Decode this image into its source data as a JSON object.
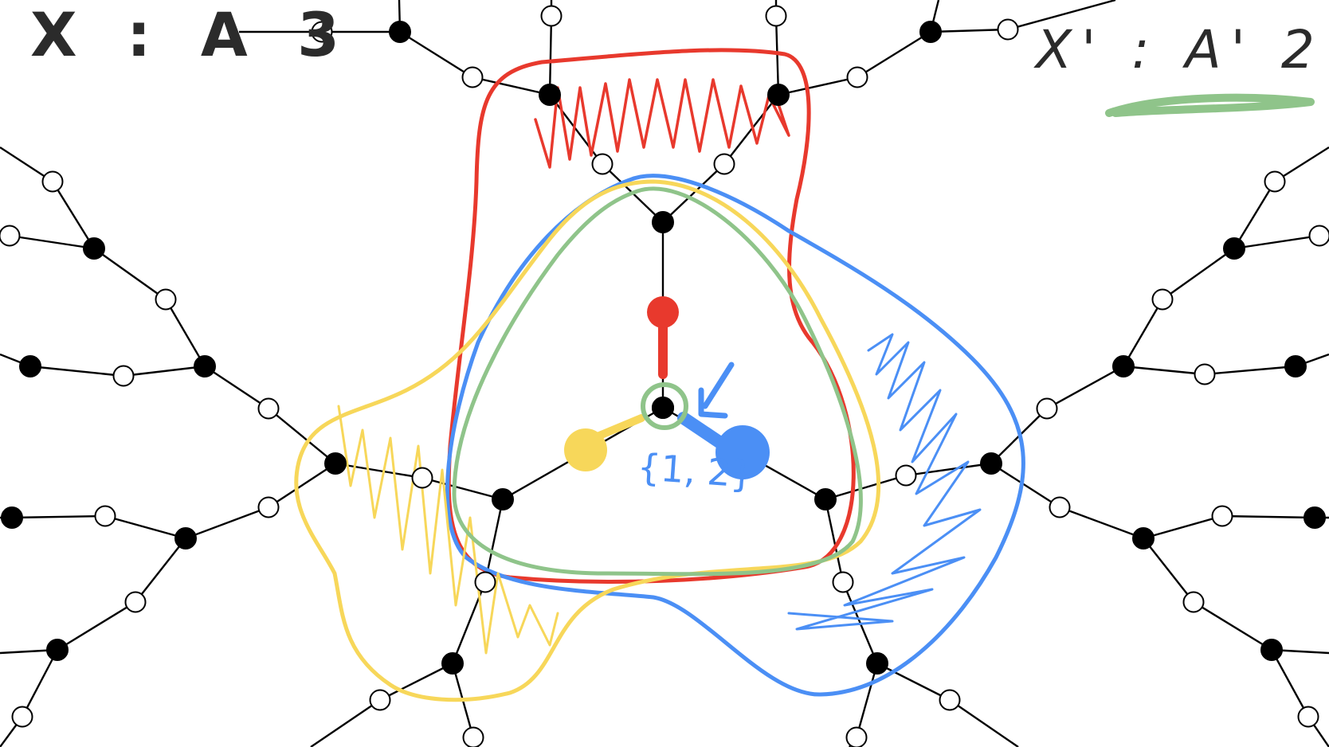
{
  "left_label": "X : A 3",
  "right_label": "X' : A' 2",
  "set_label": "{1, 2}",
  "colors": {
    "edge": "#000000",
    "black_vertex": "#000000",
    "white_vertex": "#ffffff",
    "red": "#e8392d",
    "blue": "#4b8ff5",
    "yellow": "#f7d75a",
    "green": "#8fc48a",
    "ink": "#2b2b2b"
  }
}
